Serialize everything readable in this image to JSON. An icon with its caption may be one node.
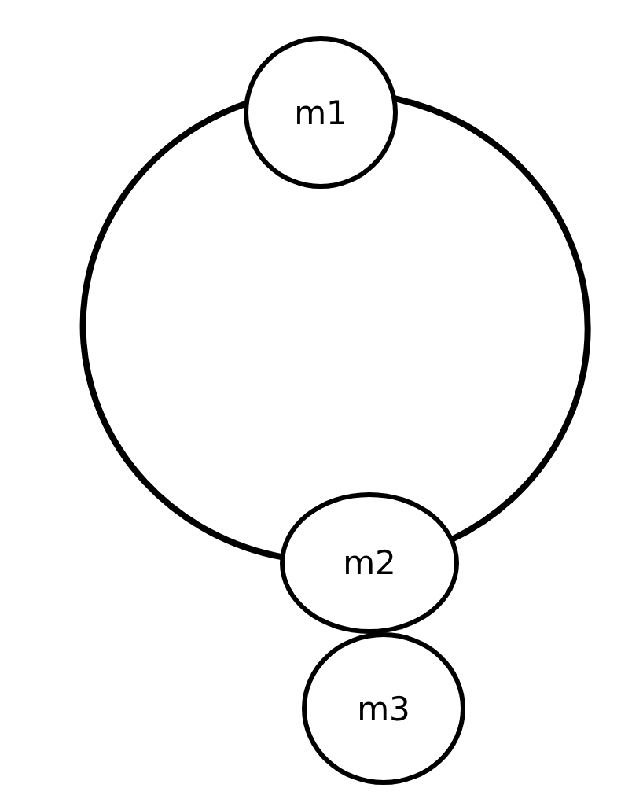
{
  "diagram": {
    "nodes": [
      {
        "text": [
          "m1"
        ]
      },
      {
        "text": [
          "m2"
        ]
      },
      {
        "text": [
          "m3"
        ]
      }
    ],
    "edges": [
      {
        "from": 0,
        "to": 1,
        "arrow": "none"
      },
      {
        "from": 0,
        "to": 1,
        "arrow": "none"
      }
    ]
  }
}
